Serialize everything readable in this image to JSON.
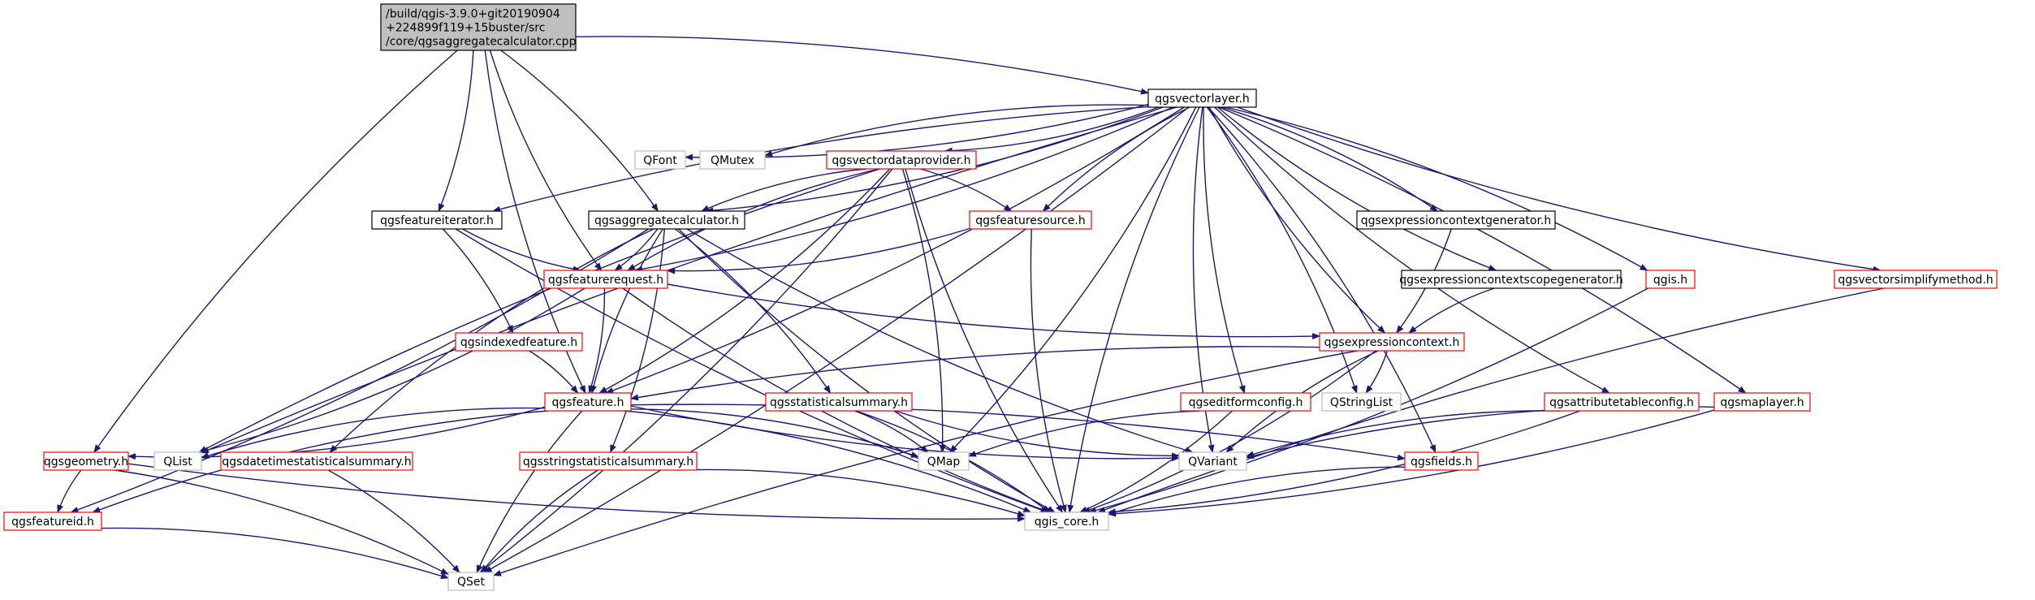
{
  "diagram": {
    "title": "",
    "colors": {
      "edge": "#191970",
      "root_fill": "#bfbfbf",
      "black_border": "#000000",
      "red_border": "#ff0000",
      "gray_border": "#bfbfbf",
      "text": "#000000"
    },
    "nodes": [
      {
        "id": "root",
        "style": "root",
        "lines": [
          "/build/qgis-3.9.0+git20190904",
          "+224899f119+15buster/src",
          "/core/qgsaggregatecalculator.cpp"
        ]
      },
      {
        "id": "vectorlayer",
        "style": "black",
        "lines": [
          "qgsvectorlayer.h"
        ]
      },
      {
        "id": "qfont",
        "style": "gray",
        "lines": [
          "QFont"
        ]
      },
      {
        "id": "qmutex",
        "style": "gray",
        "lines": [
          "QMutex"
        ]
      },
      {
        "id": "vectordataprovider",
        "style": "red",
        "lines": [
          "qgsvectordataprovider.h"
        ]
      },
      {
        "id": "featureiterator",
        "style": "black",
        "lines": [
          "qgsfeatureiterator.h"
        ]
      },
      {
        "id": "aggregatecalculator",
        "style": "black",
        "lines": [
          "qgsaggregatecalculator.h"
        ]
      },
      {
        "id": "featuresource",
        "style": "red",
        "lines": [
          "qgsfeaturesource.h"
        ]
      },
      {
        "id": "exprctxgen",
        "style": "black",
        "lines": [
          "qgsexpressioncontextgenerator.h"
        ]
      },
      {
        "id": "exprscopegen",
        "style": "black",
        "lines": [
          "qgsexpressioncontextscopegenerator.h"
        ]
      },
      {
        "id": "qgis",
        "style": "red",
        "lines": [
          "qgis.h"
        ]
      },
      {
        "id": "simplify",
        "style": "red",
        "lines": [
          "qgsvectorsimplifymethod.h"
        ]
      },
      {
        "id": "featurerequest",
        "style": "red",
        "lines": [
          "qgsfeaturerequest.h"
        ]
      },
      {
        "id": "indexedfeature",
        "style": "red",
        "lines": [
          "qgsindexedfeature.h"
        ]
      },
      {
        "id": "exprcontext",
        "style": "red",
        "lines": [
          "qgsexpressioncontext.h"
        ]
      },
      {
        "id": "feature",
        "style": "red",
        "lines": [
          "qgsfeature.h"
        ]
      },
      {
        "id": "statsummary",
        "style": "red",
        "lines": [
          "qgsstatisticalsummary.h"
        ]
      },
      {
        "id": "editformconfig",
        "style": "red",
        "lines": [
          "qgseditformconfig.h"
        ]
      },
      {
        "id": "qstringlist",
        "style": "gray",
        "lines": [
          "QStringList"
        ]
      },
      {
        "id": "attrtableconfig",
        "style": "red",
        "lines": [
          "qgsattributetableconfig.h"
        ]
      },
      {
        "id": "maplayer",
        "style": "red",
        "lines": [
          "qgsmaplayer.h"
        ]
      },
      {
        "id": "geometry",
        "style": "red",
        "lines": [
          "qgsgeometry.h"
        ]
      },
      {
        "id": "qlist",
        "style": "gray",
        "lines": [
          "QList"
        ]
      },
      {
        "id": "datetimestats",
        "style": "red",
        "lines": [
          "qgsdatetimestatisticalsummary.h"
        ]
      },
      {
        "id": "stringstats",
        "style": "red",
        "lines": [
          "qgsstringstatisticalsummary.h"
        ]
      },
      {
        "id": "qmap",
        "style": "gray",
        "lines": [
          "QMap"
        ]
      },
      {
        "id": "qvariant",
        "style": "gray",
        "lines": [
          "QVariant"
        ]
      },
      {
        "id": "fields",
        "style": "red",
        "lines": [
          "qgsfields.h"
        ]
      },
      {
        "id": "featureid",
        "style": "red",
        "lines": [
          "qgsfeatureid.h"
        ]
      },
      {
        "id": "qgiscore",
        "style": "gray",
        "lines": [
          "qgis_core.h"
        ]
      },
      {
        "id": "qset",
        "style": "gray",
        "lines": [
          "QSet"
        ]
      }
    ],
    "edges": [
      [
        "root",
        "vectorlayer"
      ],
      [
        "root",
        "geometry"
      ],
      [
        "root",
        "featureiterator"
      ],
      [
        "root",
        "featurerequest"
      ],
      [
        "root",
        "aggregatecalculator"
      ],
      [
        "root",
        "feature"
      ],
      [
        "vectorlayer",
        "qfont"
      ],
      [
        "vectorlayer",
        "qmutex"
      ],
      [
        "vectorlayer",
        "vectordataprovider"
      ],
      [
        "vectorlayer",
        "featureiterator"
      ],
      [
        "vectorlayer",
        "aggregatecalculator"
      ],
      [
        "vectorlayer",
        "featuresource"
      ],
      [
        "vectorlayer",
        "exprctxgen"
      ],
      [
        "vectorlayer",
        "exprscopegen"
      ],
      [
        "vectorlayer",
        "qgis"
      ],
      [
        "vectorlayer",
        "simplify"
      ],
      [
        "vectorlayer",
        "featurerequest"
      ],
      [
        "vectorlayer",
        "exprcontext"
      ],
      [
        "vectorlayer",
        "feature"
      ],
      [
        "vectorlayer",
        "editformconfig"
      ],
      [
        "vectorlayer",
        "qstringlist"
      ],
      [
        "vectorlayer",
        "attrtableconfig"
      ],
      [
        "vectorlayer",
        "maplayer"
      ],
      [
        "vectorlayer",
        "qlist"
      ],
      [
        "vectorlayer",
        "qmap"
      ],
      [
        "vectorlayer",
        "qvariant"
      ],
      [
        "vectorlayer",
        "fields"
      ],
      [
        "vectorlayer",
        "qgiscore"
      ],
      [
        "vectorlayer",
        "qset"
      ],
      [
        "vectordataprovider",
        "aggregatecalculator"
      ],
      [
        "vectordataprovider",
        "featuresource"
      ],
      [
        "vectordataprovider",
        "featurerequest"
      ],
      [
        "vectordataprovider",
        "feature"
      ],
      [
        "vectordataprovider",
        "qlist"
      ],
      [
        "vectordataprovider",
        "qmap"
      ],
      [
        "vectordataprovider",
        "qgiscore"
      ],
      [
        "vectordataprovider",
        "qset"
      ],
      [
        "featureiterator",
        "featurerequest"
      ],
      [
        "featureiterator",
        "indexedfeature"
      ],
      [
        "featureiterator",
        "qgiscore"
      ],
      [
        "aggregatecalculator",
        "featurerequest"
      ],
      [
        "aggregatecalculator",
        "feature"
      ],
      [
        "aggregatecalculator",
        "statsummary"
      ],
      [
        "aggregatecalculator",
        "datetimestats"
      ],
      [
        "aggregatecalculator",
        "stringstats"
      ],
      [
        "aggregatecalculator",
        "qvariant"
      ],
      [
        "aggregatecalculator",
        "featureid"
      ],
      [
        "aggregatecalculator",
        "qgiscore"
      ],
      [
        "featuresource",
        "featurerequest"
      ],
      [
        "featuresource",
        "qgiscore"
      ],
      [
        "exprctxgen",
        "exprcontext"
      ],
      [
        "exprscopegen",
        "exprcontext"
      ],
      [
        "qgis",
        "qgiscore"
      ],
      [
        "simplify",
        "qgiscore"
      ],
      [
        "featurerequest",
        "feature"
      ],
      [
        "featurerequest",
        "exprcontext"
      ],
      [
        "featurerequest",
        "qlist"
      ],
      [
        "featurerequest",
        "qgiscore"
      ],
      [
        "indexedfeature",
        "feature"
      ],
      [
        "exprcontext",
        "feature"
      ],
      [
        "exprcontext",
        "qstringlist"
      ],
      [
        "exprcontext",
        "qvariant"
      ],
      [
        "exprcontext",
        "qgiscore"
      ],
      [
        "exprcontext",
        "qset"
      ],
      [
        "feature",
        "geometry"
      ],
      [
        "feature",
        "qlist"
      ],
      [
        "feature",
        "qmap"
      ],
      [
        "feature",
        "qvariant"
      ],
      [
        "feature",
        "fields"
      ],
      [
        "feature",
        "featureid"
      ],
      [
        "feature",
        "qgiscore"
      ],
      [
        "feature",
        "qset"
      ],
      [
        "statsummary",
        "qmap"
      ],
      [
        "statsummary",
        "qvariant"
      ],
      [
        "statsummary",
        "qgiscore"
      ],
      [
        "editformconfig",
        "qmap"
      ],
      [
        "editformconfig",
        "qgiscore"
      ],
      [
        "attrtableconfig",
        "qvariant"
      ],
      [
        "attrtableconfig",
        "qgiscore"
      ],
      [
        "maplayer",
        "qvariant"
      ],
      [
        "maplayer",
        "qgiscore"
      ],
      [
        "geometry",
        "featureid"
      ],
      [
        "geometry",
        "qset"
      ],
      [
        "geometry",
        "qgiscore"
      ],
      [
        "datetimestats",
        "qset"
      ],
      [
        "stringstats",
        "qset"
      ],
      [
        "stringstats",
        "qgiscore"
      ],
      [
        "fields",
        "qgiscore"
      ],
      [
        "featureid",
        "qset"
      ]
    ]
  }
}
